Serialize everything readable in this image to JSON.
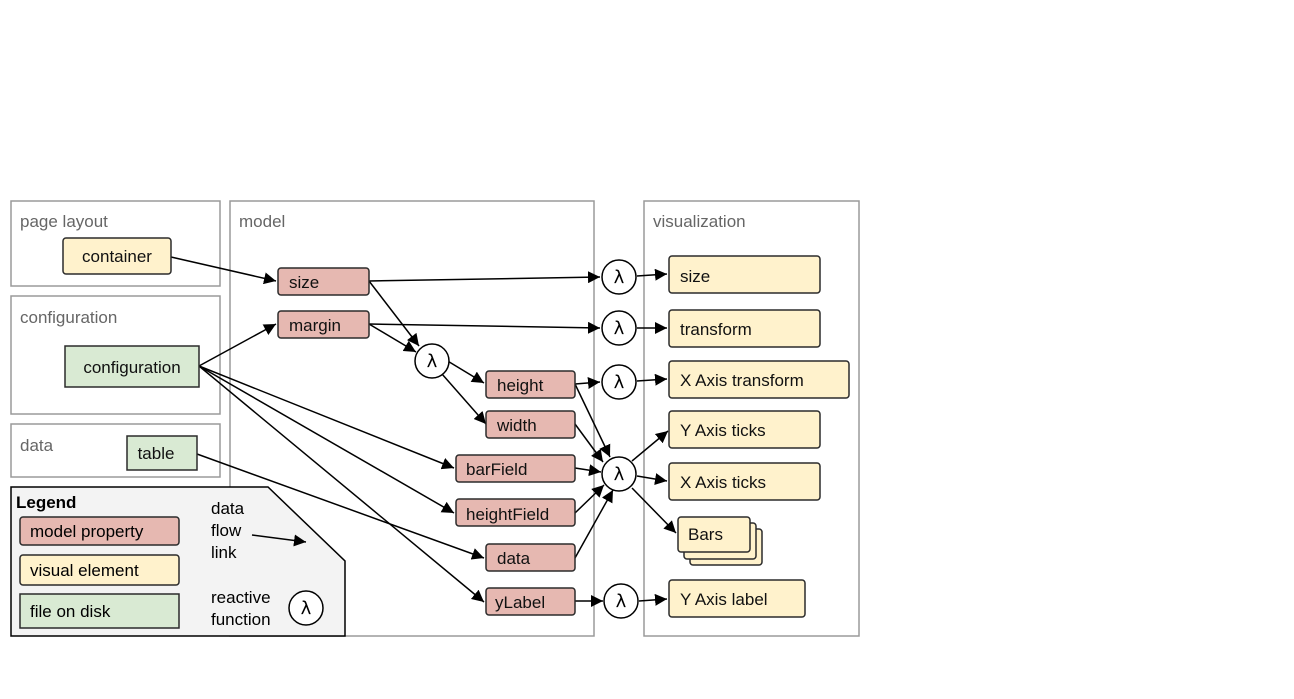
{
  "panels": {
    "page_layout": "page layout",
    "configuration": "configuration",
    "data": "data",
    "model": "model",
    "visualization": "visualization"
  },
  "nodes": {
    "container": "container",
    "configuration": "configuration",
    "table": "table",
    "size": "size",
    "margin": "margin",
    "height": "height",
    "width": "width",
    "barField": "barField",
    "heightField": "heightField",
    "data": "data",
    "yLabel": "yLabel",
    "vis_size": "size",
    "vis_transform": "transform",
    "vis_x_axis_transform": "X Axis transform",
    "vis_y_axis_ticks": "Y Axis ticks",
    "vis_x_axis_ticks": "X Axis ticks",
    "vis_bars": "Bars",
    "vis_y_axis_label": "Y Axis label"
  },
  "lambda_symbol": "λ",
  "legend": {
    "title": "Legend",
    "model_property": "model property",
    "visual_element": "visual element",
    "file_on_disk": "file on disk",
    "data_flow_line1": "data",
    "data_flow_line2": "flow",
    "data_flow_line3": "link",
    "reactive_line1": "reactive",
    "reactive_line2": "function"
  },
  "colors": {
    "model_property": "#e6b8b1",
    "visual_element": "#fff2cc",
    "file_on_disk": "#d9ead3"
  }
}
